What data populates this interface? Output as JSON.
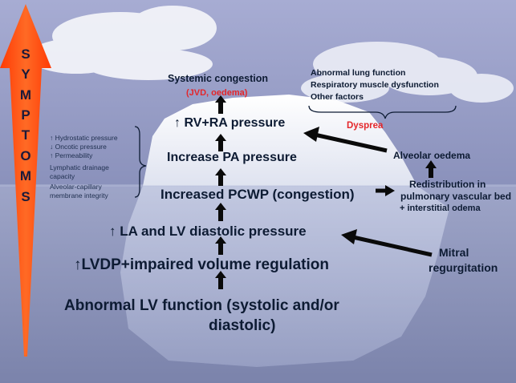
{
  "symptoms_letters": [
    "S",
    "Y",
    "M",
    "P",
    "T",
    "O",
    "M",
    "S"
  ],
  "cascade": {
    "systemic_congestion": "Systemic congestion",
    "jvd_oedema": "(JVD, oedema)",
    "rv_ra_pressure": "↑ RV+RA pressure",
    "increase_pa_pressure": "Increase PA pressure",
    "increased_pcwp": "Increased PCWP (congestion)",
    "la_lv_diastolic": "↑ LA and LV diastolic pressure",
    "lvdp": "↑LVDP+impaired volume regulation",
    "abnormal_lv_line1": "Abnormal LV function (systolic and/or",
    "abnormal_lv_line2": "diastolic)"
  },
  "right_side": {
    "abnormal_lung": "Abnormal lung function",
    "respiratory_muscle": "Respiratory muscle dysfunction",
    "other_factors": "Other factors",
    "dyspnea": "Dysprea",
    "alveolar_oedema": "Alveolar oedema",
    "redistribution_line1": "Redistribution in",
    "redistribution_line2": "pulmonary vascular bed",
    "interstitial_oedema": "+ interstitial odema",
    "mitral_line1": "Mitral",
    "mitral_line2": "regurgitation"
  },
  "left_notes": {
    "hydrostatic": "↑ Hydrostatic pressure",
    "oncotic": "↓ Oncotic pressure",
    "permeability": "↑ Permeability",
    "lymphatic_line1": "Lymphatic drainage",
    "lymphatic_line2": "capacity",
    "alveolar_capillary_line1": "Alveolar-capillary",
    "alveolar_capillary_line2": "membrane integrity"
  },
  "colors": {
    "sky": "#8f96bd",
    "sea": "#8c93b7",
    "arrow_orange": "#ff4e10",
    "red_text": "#e4262a",
    "dark_text": "#0d1b33"
  }
}
